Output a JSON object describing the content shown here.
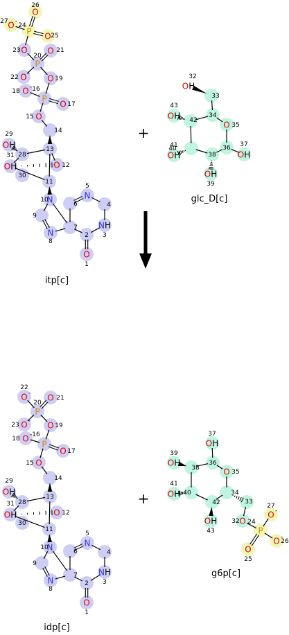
{
  "reaction": {
    "plus_sign": "+",
    "arrow_direction": "down"
  },
  "molecules": [
    {
      "id": "itp",
      "label": "itp[c]",
      "highlight": "#c6c6f2",
      "atoms": [
        {
          "n": "26",
          "el": "O",
          "ch": "",
          "hl": "y"
        },
        {
          "n": "27",
          "el": "O",
          "ch": "-",
          "hl": "y"
        },
        {
          "n": "24",
          "el": "P",
          "ch": "",
          "hl": "y"
        },
        {
          "n": "25",
          "el": "O",
          "ch": "",
          "hl": "y"
        },
        {
          "n": "23",
          "el": "O",
          "ch": "",
          "hl": "b"
        },
        {
          "n": "21",
          "el": "O",
          "ch": "",
          "hl": "b"
        },
        {
          "n": "20",
          "el": "P",
          "ch": "",
          "hl": "b"
        },
        {
          "n": "22",
          "el": "O",
          "ch": "-",
          "hl": "b"
        },
        {
          "n": "19",
          "el": "O",
          "ch": "",
          "hl": "b"
        },
        {
          "n": "18",
          "el": "O",
          "ch": "-",
          "hl": "b"
        },
        {
          "n": "16",
          "el": "P",
          "ch": "",
          "hl": "b"
        },
        {
          "n": "17",
          "el": "O",
          "ch": "",
          "hl": "b"
        },
        {
          "n": "15",
          "el": "O",
          "ch": "",
          "hl": "b"
        },
        {
          "n": "14",
          "el": "C",
          "ch": "",
          "hl": "b"
        },
        {
          "n": "29",
          "el": "OH",
          "ch": "",
          "hl": "b"
        },
        {
          "n": "28",
          "el": "C",
          "ch": "",
          "hl": "b"
        },
        {
          "n": "13",
          "el": "C",
          "ch": "",
          "hl": "b"
        },
        {
          "n": "12",
          "el": "O",
          "ch": "",
          "hl": "b"
        },
        {
          "n": "31",
          "el": "OH",
          "ch": "",
          "hl": "b"
        },
        {
          "n": "30",
          "el": "C",
          "ch": "",
          "hl": "b"
        },
        {
          "n": "11",
          "el": "C",
          "ch": "",
          "hl": "b"
        },
        {
          "n": "10",
          "el": "N",
          "ch": "",
          "hl": "b"
        },
        {
          "n": "9",
          "el": "C",
          "ch": "",
          "hl": "b"
        },
        {
          "n": "8",
          "el": "N",
          "ch": "",
          "hl": "b"
        },
        {
          "n": "7",
          "el": "C",
          "ch": "",
          "hl": "b"
        },
        {
          "n": "6",
          "el": "C",
          "ch": "",
          "hl": "b"
        },
        {
          "n": "5",
          "el": "N",
          "ch": "",
          "hl": "b"
        },
        {
          "n": "4",
          "el": "C",
          "ch": "",
          "hl": "b"
        },
        {
          "n": "3",
          "el": "NH",
          "ch": "",
          "hl": "b"
        },
        {
          "n": "2",
          "el": "C",
          "ch": "",
          "hl": "b"
        },
        {
          "n": "1",
          "el": "O",
          "ch": "",
          "hl": "b"
        }
      ]
    },
    {
      "id": "glc_D",
      "label": "glc_D[c]",
      "highlight": "#b4f2dc",
      "atoms": [
        {
          "n": "32",
          "el": "OH",
          "ch": "",
          "hl": "n"
        },
        {
          "n": "33",
          "el": "C",
          "ch": "",
          "hl": "g"
        },
        {
          "n": "43",
          "el": "OH",
          "ch": "",
          "hl": "g"
        },
        {
          "n": "42",
          "el": "C",
          "ch": "",
          "hl": "g"
        },
        {
          "n": "34",
          "el": "C",
          "ch": "",
          "hl": "g"
        },
        {
          "n": "35",
          "el": "O",
          "ch": "",
          "hl": "g"
        },
        {
          "n": "41",
          "el": "OH",
          "ch": "",
          "hl": "g"
        },
        {
          "n": "40",
          "el": "C",
          "ch": "",
          "hl": "g"
        },
        {
          "n": "38",
          "el": "C",
          "ch": "",
          "hl": "g"
        },
        {
          "n": "36",
          "el": "C",
          "ch": "",
          "hl": "g"
        },
        {
          "n": "37",
          "el": "OH",
          "ch": "",
          "hl": "g"
        },
        {
          "n": "39",
          "el": "OH",
          "ch": "",
          "hl": "g"
        }
      ]
    },
    {
      "id": "idp",
      "label": "idp[c]",
      "highlight": "#c6c6f2",
      "atoms": [
        {
          "n": "22",
          "el": "O",
          "ch": "-",
          "hl": "b"
        },
        {
          "n": "20",
          "el": "P",
          "ch": "",
          "hl": "b"
        },
        {
          "n": "21",
          "el": "O",
          "ch": "",
          "hl": "b"
        },
        {
          "n": "23",
          "el": "O",
          "ch": "-",
          "hl": "b"
        },
        {
          "n": "19",
          "el": "O",
          "ch": "",
          "hl": "b"
        },
        {
          "n": "18",
          "el": "O",
          "ch": "-",
          "hl": "b"
        },
        {
          "n": "16",
          "el": "P",
          "ch": "",
          "hl": "b"
        },
        {
          "n": "17",
          "el": "O",
          "ch": "",
          "hl": "b"
        },
        {
          "n": "15",
          "el": "O",
          "ch": "",
          "hl": "b"
        },
        {
          "n": "14",
          "el": "C",
          "ch": "",
          "hl": "b"
        },
        {
          "n": "29",
          "el": "OH",
          "ch": "",
          "hl": "b"
        },
        {
          "n": "28",
          "el": "C",
          "ch": "",
          "hl": "b"
        },
        {
          "n": "13",
          "el": "C",
          "ch": "",
          "hl": "b"
        },
        {
          "n": "12",
          "el": "O",
          "ch": "",
          "hl": "b"
        },
        {
          "n": "31",
          "el": "OH",
          "ch": "",
          "hl": "b"
        },
        {
          "n": "30",
          "el": "C",
          "ch": "",
          "hl": "b"
        },
        {
          "n": "11",
          "el": "C",
          "ch": "",
          "hl": "b"
        },
        {
          "n": "10",
          "el": "N",
          "ch": "",
          "hl": "b"
        },
        {
          "n": "9",
          "el": "C",
          "ch": "",
          "hl": "b"
        },
        {
          "n": "8",
          "el": "N",
          "ch": "",
          "hl": "b"
        },
        {
          "n": "7",
          "el": "C",
          "ch": "",
          "hl": "b"
        },
        {
          "n": "6",
          "el": "C",
          "ch": "",
          "hl": "b"
        },
        {
          "n": "5",
          "el": "N",
          "ch": "",
          "hl": "b"
        },
        {
          "n": "4",
          "el": "C",
          "ch": "",
          "hl": "b"
        },
        {
          "n": "3",
          "el": "NH",
          "ch": "",
          "hl": "b"
        },
        {
          "n": "2",
          "el": "C",
          "ch": "",
          "hl": "b"
        },
        {
          "n": "1",
          "el": "O",
          "ch": "",
          "hl": "b"
        }
      ]
    },
    {
      "id": "g6p",
      "label": "g6p[c]",
      "highlight": "#b4f2dc",
      "atoms": [
        {
          "n": "37",
          "el": "OH",
          "ch": "",
          "hl": "g"
        },
        {
          "n": "39",
          "el": "OH",
          "ch": "",
          "hl": "g"
        },
        {
          "n": "38",
          "el": "C",
          "ch": "",
          "hl": "g"
        },
        {
          "n": "36",
          "el": "C",
          "ch": "",
          "hl": "g"
        },
        {
          "n": "35",
          "el": "O",
          "ch": "",
          "hl": "g"
        },
        {
          "n": "41",
          "el": "OH",
          "ch": "",
          "hl": "g"
        },
        {
          "n": "40",
          "el": "C",
          "ch": "",
          "hl": "g"
        },
        {
          "n": "42",
          "el": "C",
          "ch": "",
          "hl": "g"
        },
        {
          "n": "34",
          "el": "C",
          "ch": "",
          "hl": "g"
        },
        {
          "n": "33",
          "el": "C",
          "ch": "",
          "hl": "g"
        },
        {
          "n": "43",
          "el": "OH",
          "ch": "",
          "hl": "g"
        },
        {
          "n": "27",
          "el": "O",
          "ch": "-",
          "hl": "y"
        },
        {
          "n": "32",
          "el": "O",
          "ch": "",
          "hl": "g"
        },
        {
          "n": "24",
          "el": "P",
          "ch": "",
          "hl": "y"
        },
        {
          "n": "26",
          "el": "O",
          "ch": "-",
          "hl": "y"
        },
        {
          "n": "25",
          "el": "O",
          "ch": "",
          "hl": "y"
        }
      ]
    }
  ],
  "colors": {
    "blue_highlight": "#c6c6f2",
    "green_highlight": "#b4f2dc",
    "yellow_highlight": "#eef5a8",
    "oxygen": "#e00000",
    "nitrogen": "#3030d8",
    "phosphorus": "#cc8800",
    "bond": "#000000"
  }
}
